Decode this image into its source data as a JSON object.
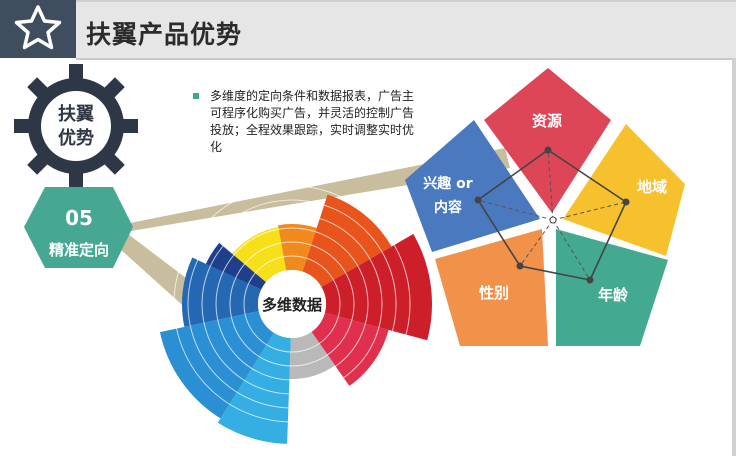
{
  "title": "扶翼产品优势",
  "gear_text": [
    "扶翼",
    "优势"
  ],
  "badge": {
    "number": "05",
    "label": "精准定向"
  },
  "description": "多维度的定向条件和数据报表，广告主可程序化购买广告，并灵活的控制广告投放；全程效果跟踪，实时调整实时优化",
  "center_label": "多维数据",
  "pentagon": {
    "top": "资源",
    "right": "地域",
    "bottom_right": "年龄",
    "bottom_left": "性别",
    "left_line1": "兴趣 or",
    "left_line2": "内容"
  },
  "colors": {
    "header_dark": "#3f4e5f",
    "badge": "#46a893",
    "gear": "#2e3746",
    "resource": "#dc4656",
    "region": "#f7c12d",
    "age": "#43aa91",
    "gender": "#f29149",
    "interest": "#4b79c0",
    "connector": "#c8bd9c"
  }
}
